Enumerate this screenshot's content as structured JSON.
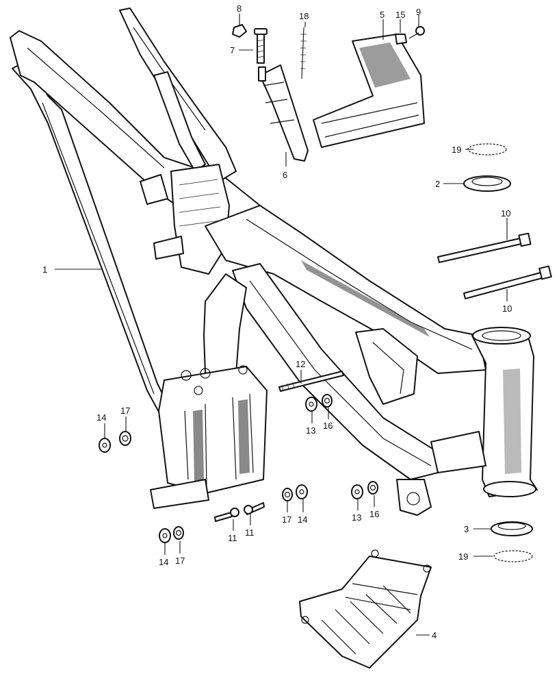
{
  "callouts": {
    "c1": "1",
    "c2": "2",
    "c3": "3",
    "c4": "4",
    "c5": "5",
    "c6": "6",
    "c7": "7",
    "c8": "8",
    "c9": "9",
    "c10a": "10",
    "c10b": "10",
    "c11a": "11",
    "c11b": "11",
    "c12": "12",
    "c13a": "13",
    "c13b": "13",
    "c14a": "14",
    "c14b": "14",
    "c14c": "14",
    "c15": "15",
    "c16a": "16",
    "c16b": "16",
    "c17a": "17",
    "c17b": "17",
    "c17c": "17",
    "c18": "18",
    "c19a": "19",
    "c19b": "19"
  }
}
